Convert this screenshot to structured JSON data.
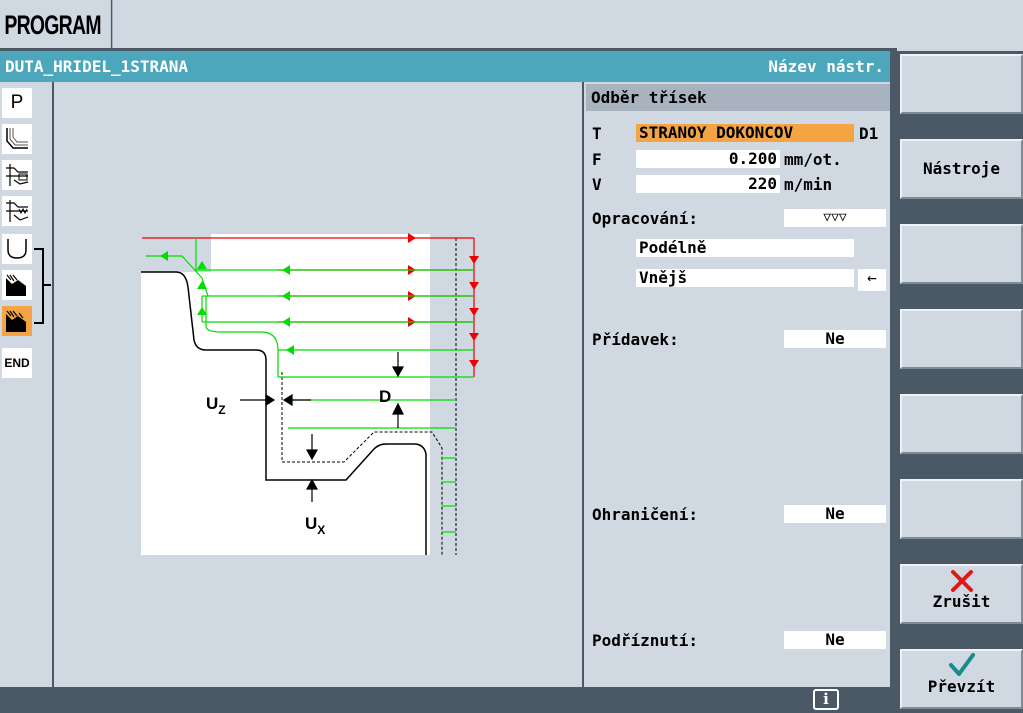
{
  "header": {
    "mode_label": "PROGRAM"
  },
  "titlebar": {
    "program_name": "DUTA_HRIDEL_1STRANA",
    "hint": "Název nástr."
  },
  "left_toolbar": {
    "p_label": "P",
    "end_label": "END"
  },
  "graphic": {
    "label_uz": "U",
    "label_uz_sub": "Z",
    "label_d": "D",
    "label_ux": "U",
    "label_ux_sub": "X"
  },
  "params": {
    "title": "Odběr třísek",
    "t_label": "T",
    "t_value": "STRANOY DOKONCOV",
    "d_label": "D1",
    "f_label": "F",
    "f_value": "0.200",
    "f_unit": "mm/ot.",
    "v_label": "V",
    "v_value": "220",
    "v_unit": "m/min",
    "machining_label": "Opracování:",
    "machining_value": "▽▽▽",
    "direction_value": "Podélně",
    "position_value": "Vnějš",
    "position_arrow": "←",
    "allowance_label": "Přídavek:",
    "allowance_value": "Ne",
    "limit_label": "Ohraničení:",
    "limit_value": "Ne",
    "undercut_label": "Podříznutí:",
    "undercut_value": "Ne"
  },
  "softkeys": {
    "tools_label": "Nástroje",
    "cancel_label": "Zrušit",
    "accept_label": "Převzít"
  },
  "statusbar": {
    "info_label": "i"
  },
  "colors": {
    "accent_cyan": "#4ca7bd",
    "active_orange": "#f5a443",
    "path_green": "#00dd00",
    "rapid_red": "#ee0000",
    "cancel_red": "#e01818",
    "accept_teal": "#1a8a8a"
  }
}
